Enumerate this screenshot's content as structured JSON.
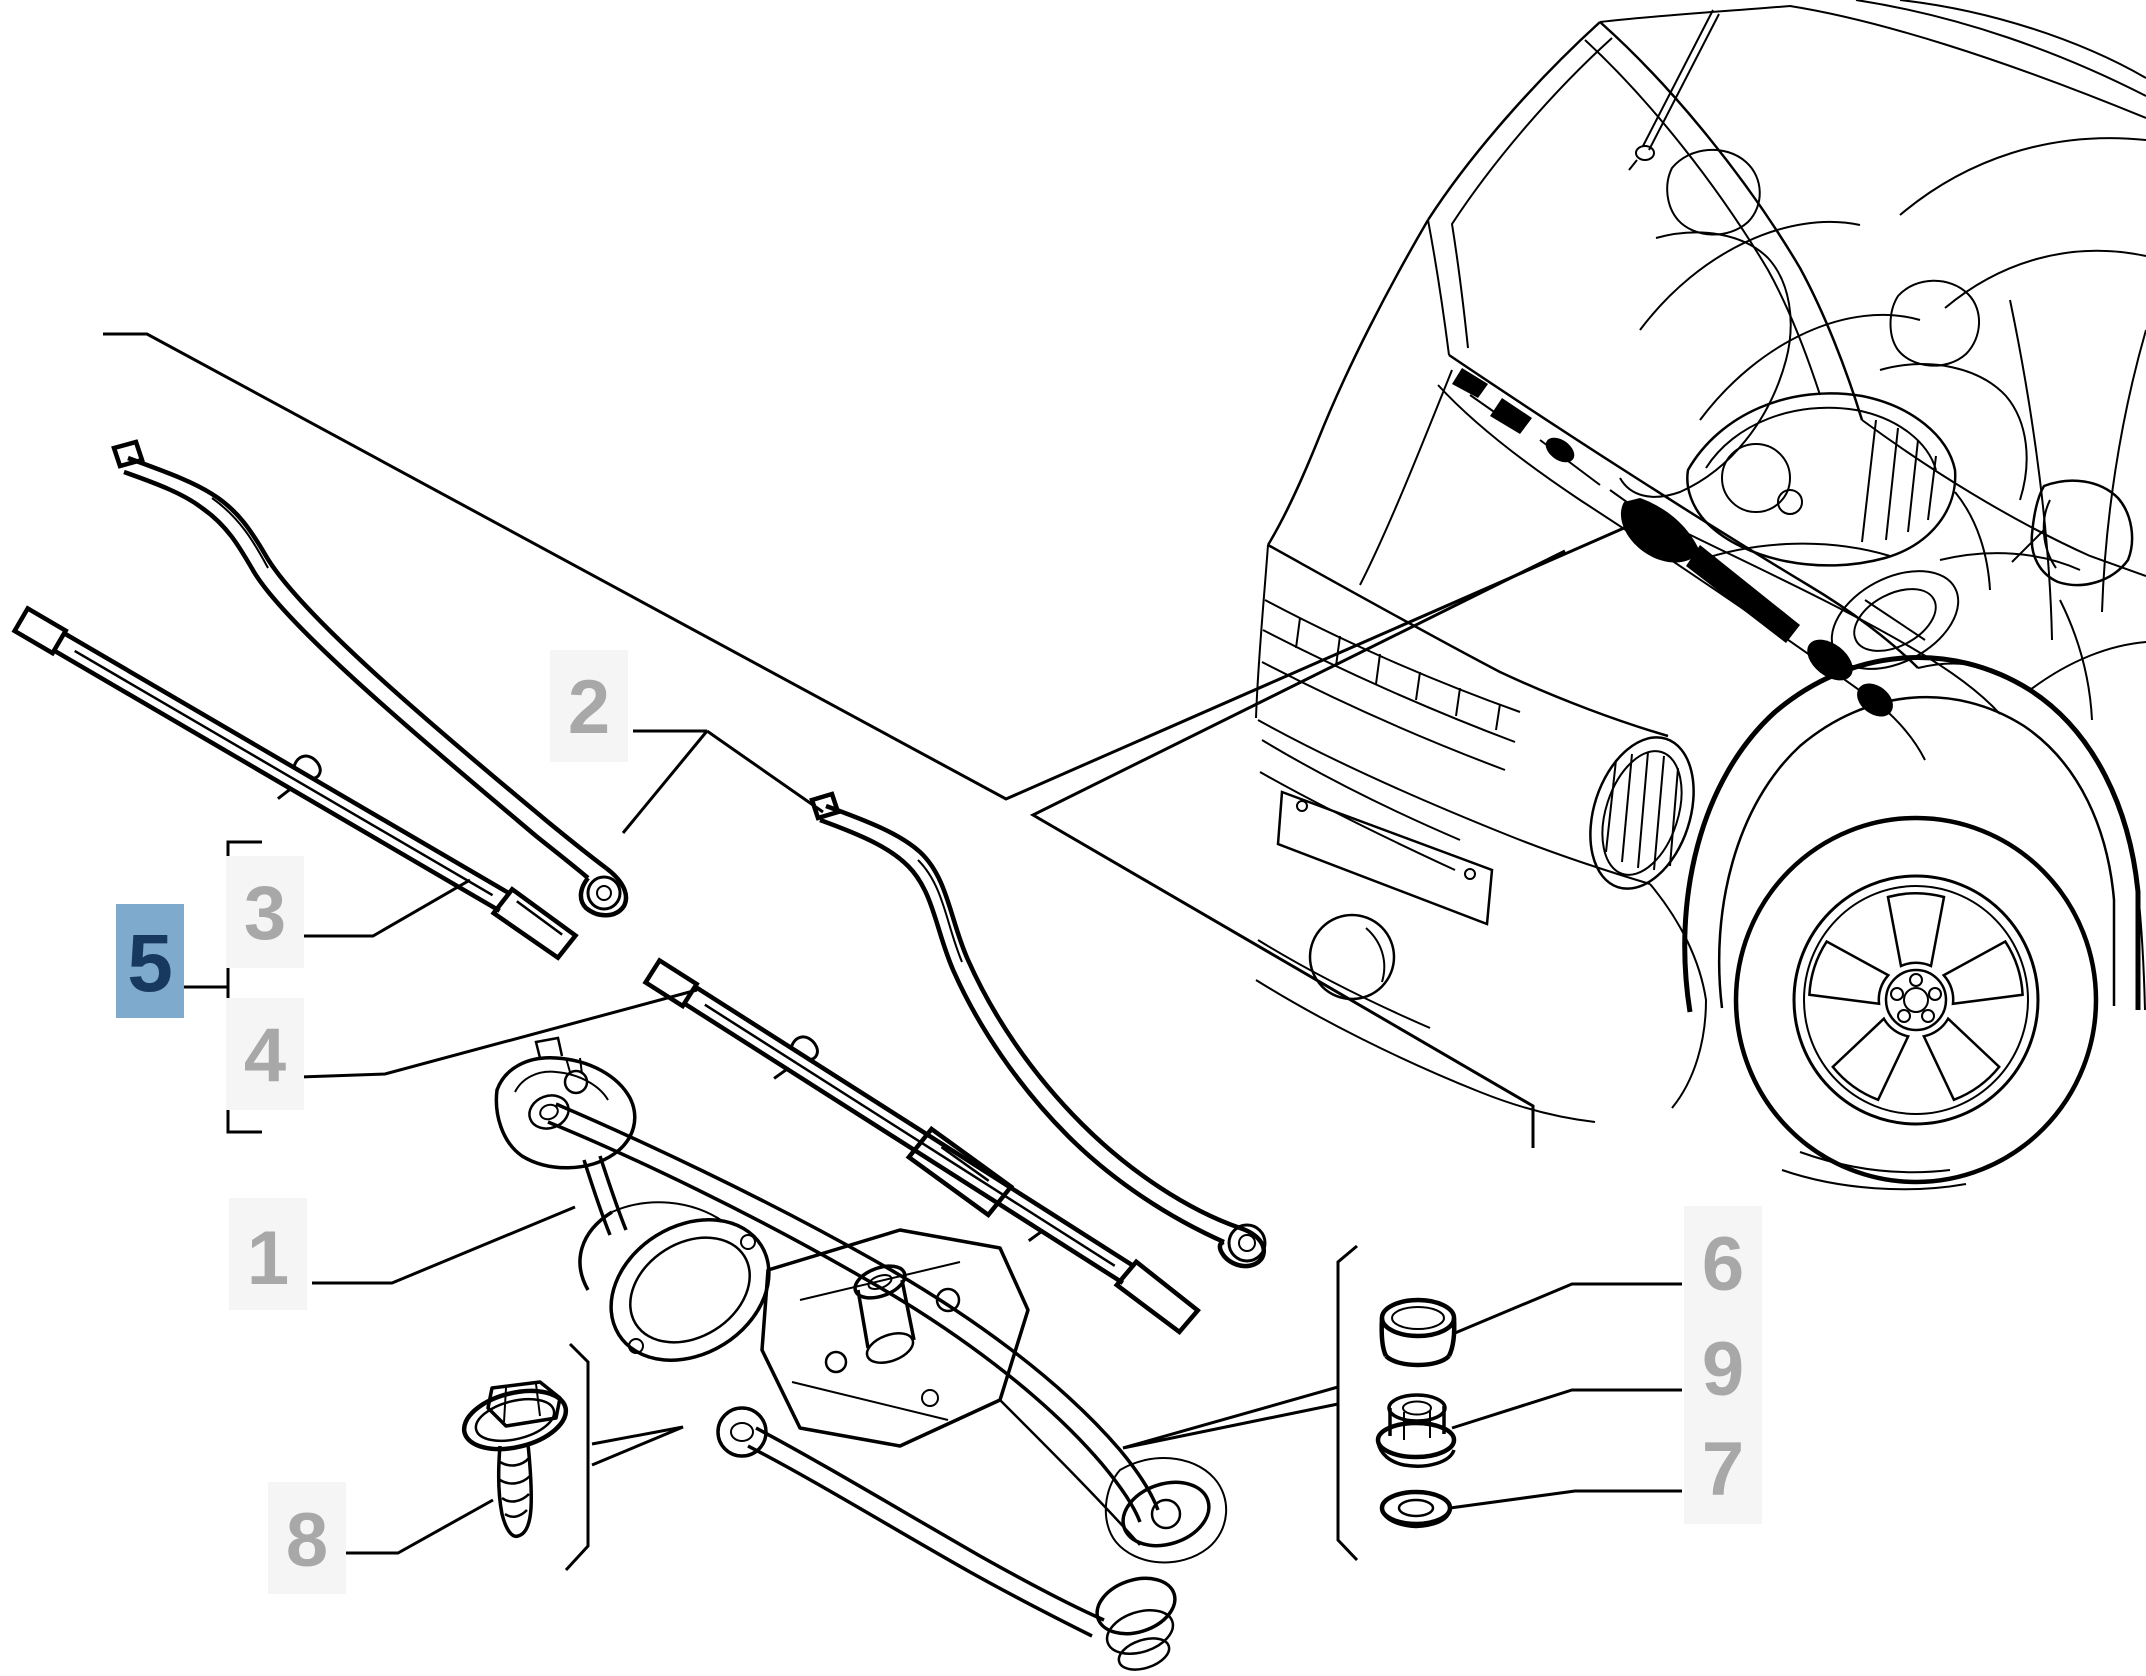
{
  "diagram": {
    "type": "exploded-parts-diagram",
    "subject": "windshield wiper system on van front cowl",
    "callouts": {
      "c1": {
        "label": "1"
      },
      "c2": {
        "label": "2"
      },
      "c3": {
        "label": "3"
      },
      "c4": {
        "label": "4"
      },
      "c5": {
        "label": "5",
        "highlighted": true
      },
      "c6": {
        "label": "6"
      },
      "c7": {
        "label": "7"
      },
      "c8": {
        "label": "8"
      },
      "c9": {
        "label": "9"
      }
    },
    "colors": {
      "line": "#000000",
      "label": "#a8a8a8",
      "label_bg": "#f5f5f5",
      "highlight_bg": "#7daacd",
      "highlight_text": "#17395e",
      "background": "#ffffff"
    }
  }
}
